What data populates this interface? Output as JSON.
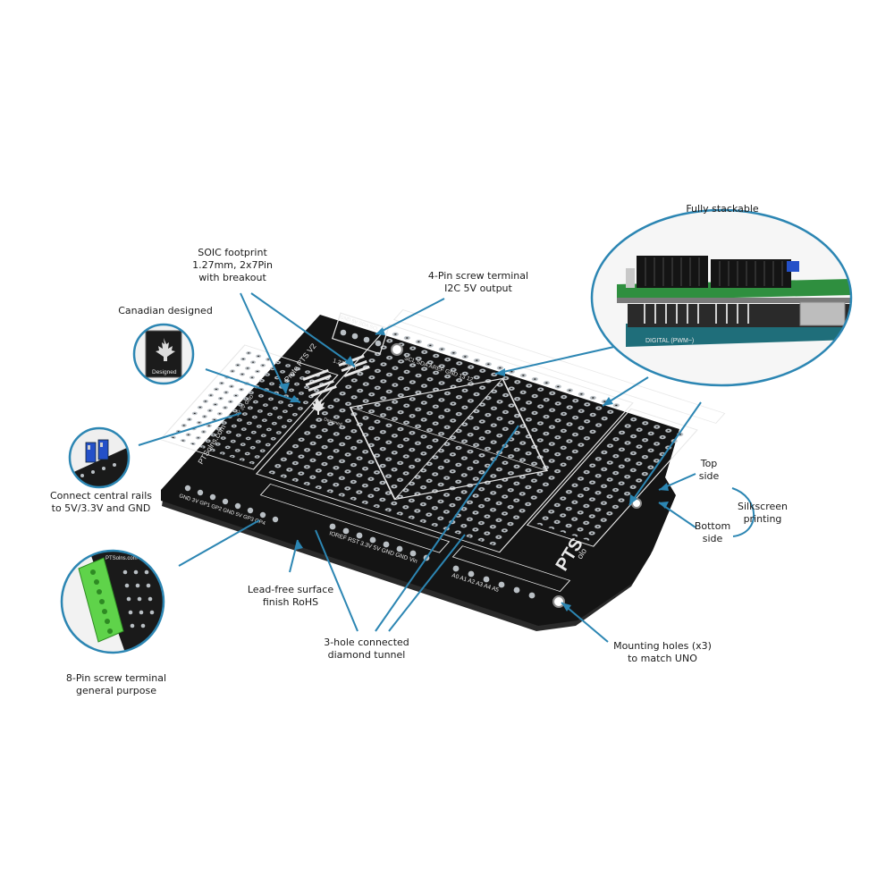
{
  "colors": {
    "board": "#141414",
    "board_edge": "#2a2a2a",
    "silk": "#e8e8e8",
    "pad": "#b9bfc4",
    "callout": "#2c86b3",
    "bubble_fill": "#ffffff"
  },
  "board_text": {
    "logo": "PTS",
    "logo_sub": "olo",
    "brand_url": "PTSolns.com",
    "version": "Proto PTS V2",
    "soic_pitch": "1.27Pitch",
    "i2c_header": "GND 5V SDA SCL",
    "i2c_pins": "SCL SDA AREF GND 13 12",
    "power_header": "IOREF RST 3.3V 5V GND GND Vin",
    "analog_header": "A0 A1 A2 A3 A4 A5",
    "gp_header": "GND 3V GP1 GP2 GND 5V GP3 GP4",
    "rail_header": "5V 3V GND",
    "designed": "Designed"
  },
  "inset_text": {
    "digital": "DIGITAL (PWM~)",
    "designed": "Designed",
    "terminal_brand": "PTSolns.com"
  },
  "callouts": {
    "fully_stackable": [
      "Fully stackable"
    ],
    "soic": [
      "SOIC footprint",
      "1.27mm, 2x7Pin",
      "with breakout"
    ],
    "screw4": [
      "4-Pin screw terminal",
      "I2C 5V output"
    ],
    "canadian": [
      "Canadian designed"
    ],
    "rails": [
      "Connect central rails",
      "to 5V/3.3V and GND"
    ],
    "screw8": [
      "8-Pin screw terminal",
      "general purpose"
    ],
    "lead_free": [
      "Lead-free surface",
      "finish RoHS"
    ],
    "tunnel": [
      "3-hole connected",
      "diamond tunnel"
    ],
    "mounting": [
      "Mounting holes (x3)",
      "to match UNO"
    ],
    "top_side": [
      "Top",
      "side"
    ],
    "bottom_side": [
      "Bottom",
      "side"
    ],
    "silkscreen": [
      "Silkscreen",
      "printing"
    ]
  }
}
